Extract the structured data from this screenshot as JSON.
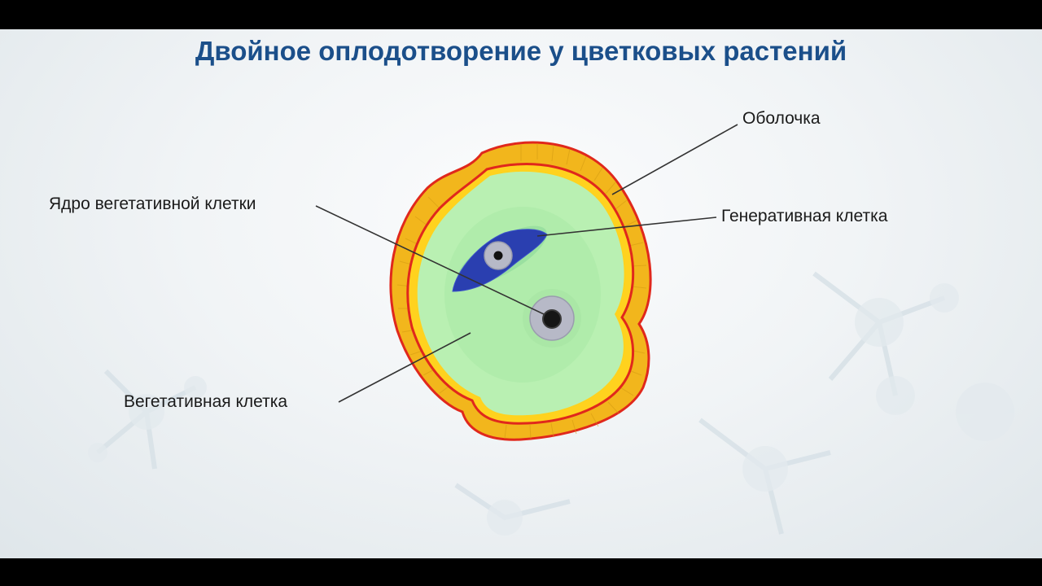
{
  "title": "Двойное оплодотворение у цветковых растений",
  "labels": {
    "shell": "Оболочка",
    "vegetative_nucleus": "Ядро вегетативной клетки",
    "generative_cell": "Генеративная клетка",
    "vegetative_cell": "Вегетативная клетка"
  },
  "colors": {
    "title": "#1b4f8a",
    "outer_outline": "#e0281c",
    "exine": "#f2b61c",
    "intine": "#ffd21e",
    "cytoplasm": "#b9f0b2",
    "generative_cell": "#2a3fb0",
    "nucleus": "#b7b9c7"
  }
}
